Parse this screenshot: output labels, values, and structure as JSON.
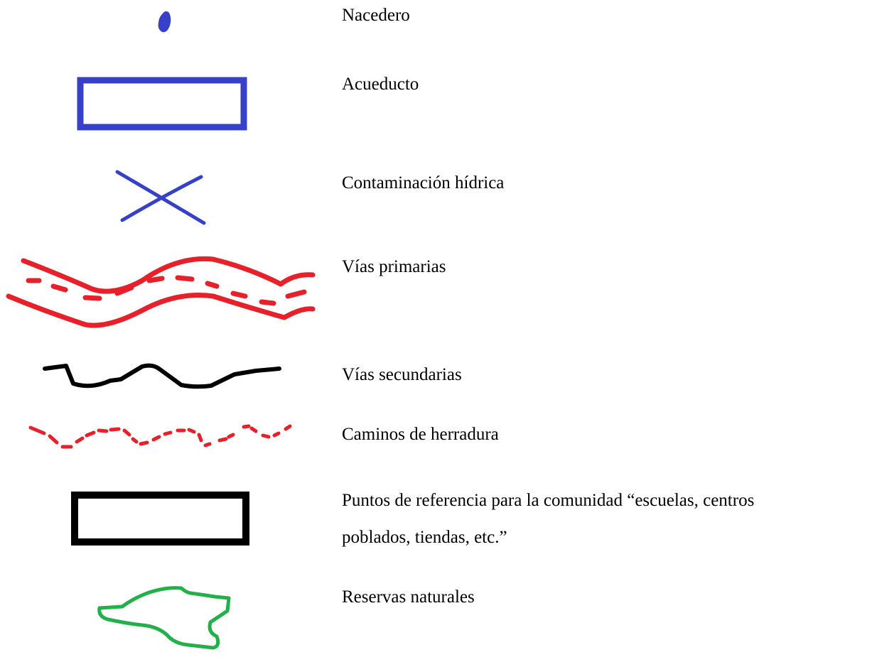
{
  "legend": {
    "items": [
      {
        "icon": "spring-dot-icon",
        "color": "#3640c8",
        "label": "Nacedero"
      },
      {
        "icon": "aqueduct-rectangle-icon",
        "color": "#3640c8",
        "label": "Acueducto"
      },
      {
        "icon": "water-contamination-x-icon",
        "color": "#3640c8",
        "label": "Contaminación hídrica"
      },
      {
        "icon": "primary-road-icon",
        "color": "#e8202a",
        "label": "Vías primarias"
      },
      {
        "icon": "secondary-road-icon",
        "color": "#000000",
        "label": "Vías secundarias"
      },
      {
        "icon": "bridle-path-icon",
        "color": "#e8202a",
        "label": "Caminos de herradura"
      },
      {
        "icon": "reference-point-rectangle-icon",
        "color": "#000000",
        "label_lines": [
          "Puntos de referencia para la comunidad “escuelas, centros",
          "poblados, tiendas, etc.”"
        ]
      },
      {
        "icon": "nature-reserve-outline-icon",
        "color": "#22b04a",
        "label": "Reservas naturales"
      }
    ]
  }
}
